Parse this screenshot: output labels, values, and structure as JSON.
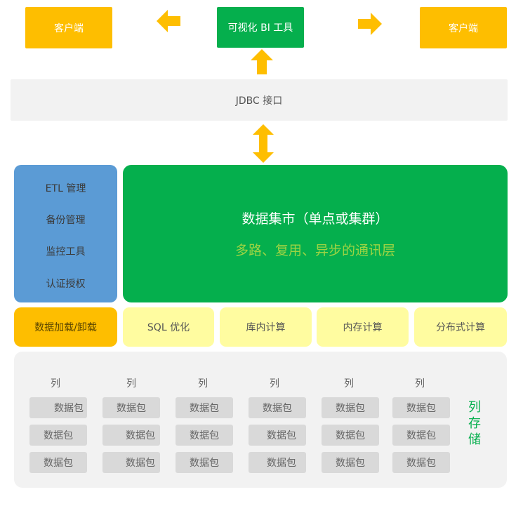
{
  "top": {
    "client_left": "客户端",
    "bi_tool": "可视化 BI 工具",
    "client_right": "客户端"
  },
  "jdbc": "JDBC 接口",
  "management": [
    "ETL 管理",
    "备份管理",
    "监控工具",
    "认证授权"
  ],
  "data_mart": {
    "title": "数据集市（单点或集群）",
    "subtitle": "多路、复用、异步的通讯层"
  },
  "load_unload": "数据加载/卸载",
  "features": [
    "SQL 优化",
    "库内计算",
    "内存计算",
    "分布式计算"
  ],
  "storage": {
    "column_label": "列",
    "packet_label": "数据包",
    "vertical_label": "列存储"
  },
  "colors": {
    "yellow": "#FEBE00",
    "green": "#05AF4D",
    "blue": "#5B9BD5",
    "light_yellow": "#FFFCA0",
    "light_gray": "#F2F2F2",
    "gray": "#D9D9D9",
    "lime": "#9DD443"
  }
}
